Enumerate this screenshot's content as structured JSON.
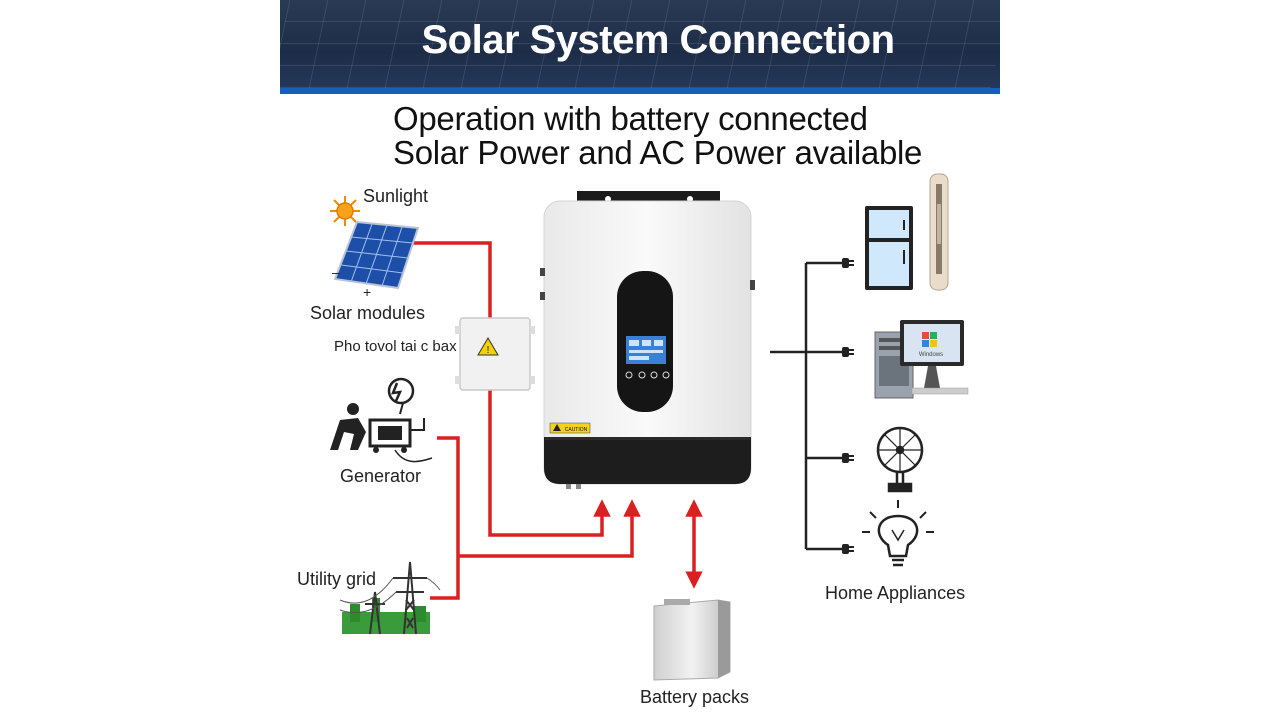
{
  "header": {
    "title": "Solar System Connection",
    "subtitle_line1": "Operation with battery connected",
    "subtitle_line2": "Solar Power and AC Power available"
  },
  "sources": {
    "sunlight": "Sunlight",
    "solar_modules": "Solar modules",
    "combiner_box": "Pho tovol tai c bax",
    "generator": "Generator",
    "utility_grid": "Utility grid",
    "solar_minus": "–",
    "solar_plus": "+"
  },
  "inverter": {
    "caution_label": "CAUTION",
    "screen_text": "Windows"
  },
  "storage": {
    "battery": "Battery packs"
  },
  "loads": {
    "home_appliances": "Home Appliances"
  },
  "colors": {
    "wire_red": "#d92121",
    "wire_black": "#222222",
    "banner_blue": "#1560b8"
  }
}
